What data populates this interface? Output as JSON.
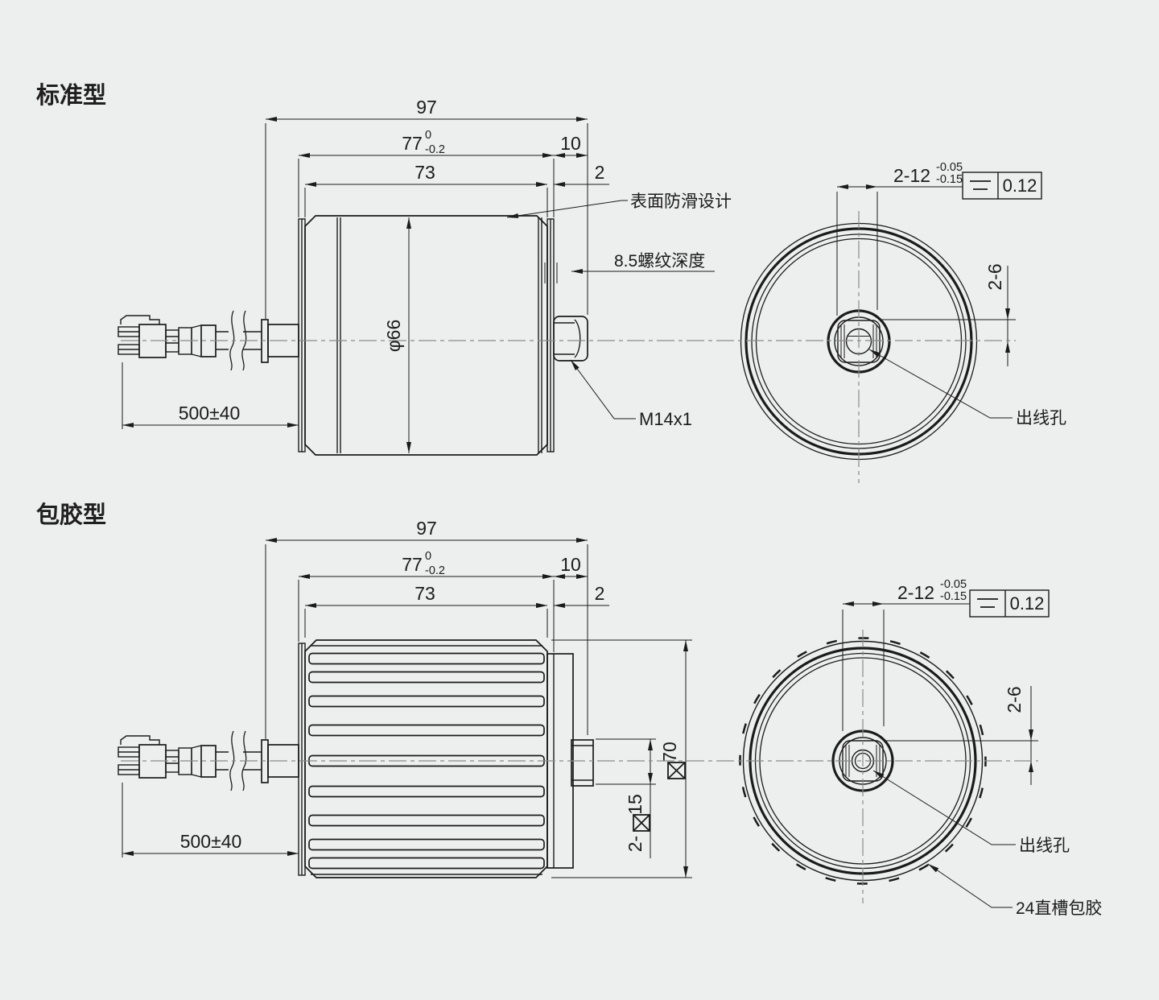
{
  "page": {
    "background": "#edeeee",
    "line_color": "#1b1b1b"
  },
  "standard": {
    "title": "标准型",
    "dims": {
      "overall": "97",
      "body": "77",
      "body_tol_upper": "0",
      "body_tol_lower": "-0.2",
      "sleeve": "73",
      "shaft": "10",
      "gap": "2",
      "diameter": "φ66",
      "cable": "500±40"
    },
    "labels": {
      "antislip": "表面防滑设计",
      "thread_depth": "8.5螺纹深度",
      "thread": "M14x1",
      "wire_hole": "出线孔"
    },
    "front": {
      "holes": "2-12",
      "holes_tol_upper": "-0.05",
      "holes_tol_lower": "-0.15",
      "fcf_value": "0.12",
      "offset": "2-6"
    }
  },
  "rubber": {
    "title": "包胶型",
    "dims": {
      "overall": "97",
      "body": "77",
      "body_tol_upper": "0",
      "body_tol_lower": "-0.2",
      "sleeve": "73",
      "shaft": "10",
      "gap": "2",
      "cable": "500±40",
      "square_od": "70",
      "flats_prefix": "2-",
      "flats": "15"
    },
    "labels": {
      "wire_hole": "出线孔",
      "grooves": "24直槽包胶"
    },
    "front": {
      "holes": "2-12",
      "holes_tol_upper": "-0.05",
      "holes_tol_lower": "-0.15",
      "fcf_value": "0.12",
      "offset": "2-6"
    }
  }
}
